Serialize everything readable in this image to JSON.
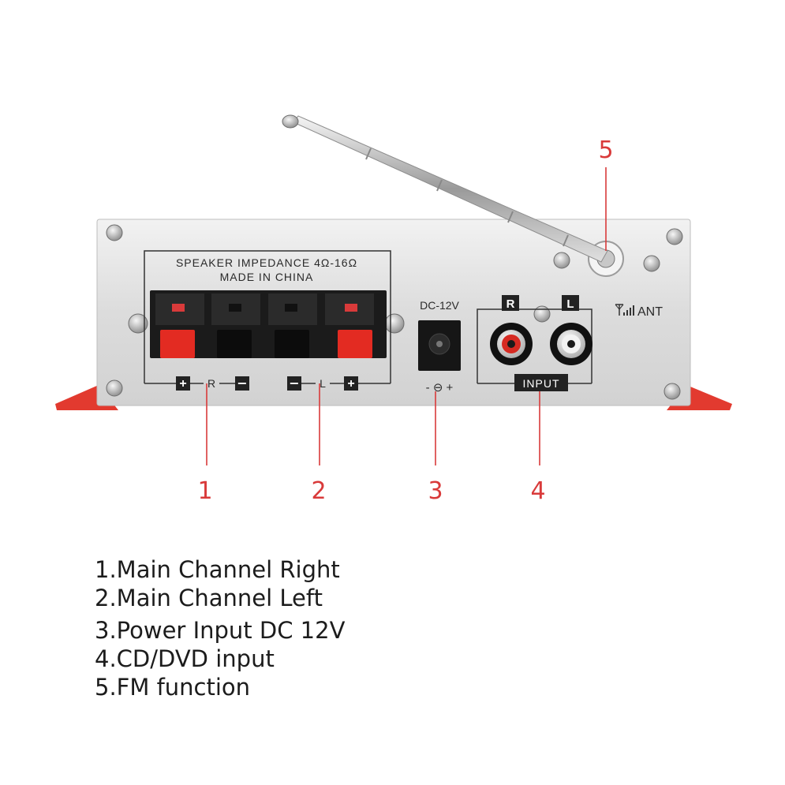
{
  "panel": {
    "impedance_line": "SPEAKER IMPEDANCE  4Ω-16Ω",
    "made_in_line": "MADE IN CHINA",
    "dc_label": "DC-12V",
    "dc_polarity": "-  ⊖  +",
    "right_speaker_label": "R",
    "left_speaker_label": "L",
    "plus_sign": "+",
    "minus_sign": "−",
    "input_r": "R",
    "input_l": "L",
    "input_label": "INPUT",
    "ant_label": "ANT"
  },
  "callouts": {
    "c1": "1",
    "c2": "2",
    "c3": "3",
    "c4": "4",
    "c5": "5"
  },
  "legend": [
    "1.Main Channel Right",
    "2.Main Channel Left",
    "3.Power Input DC 12V",
    "4.CD/DVD input",
    "5.FM function"
  ],
  "colors": {
    "callout_red": "#d93a3a",
    "panel_silver": "#e3e3e3",
    "housing_red": "#e23a2f"
  }
}
